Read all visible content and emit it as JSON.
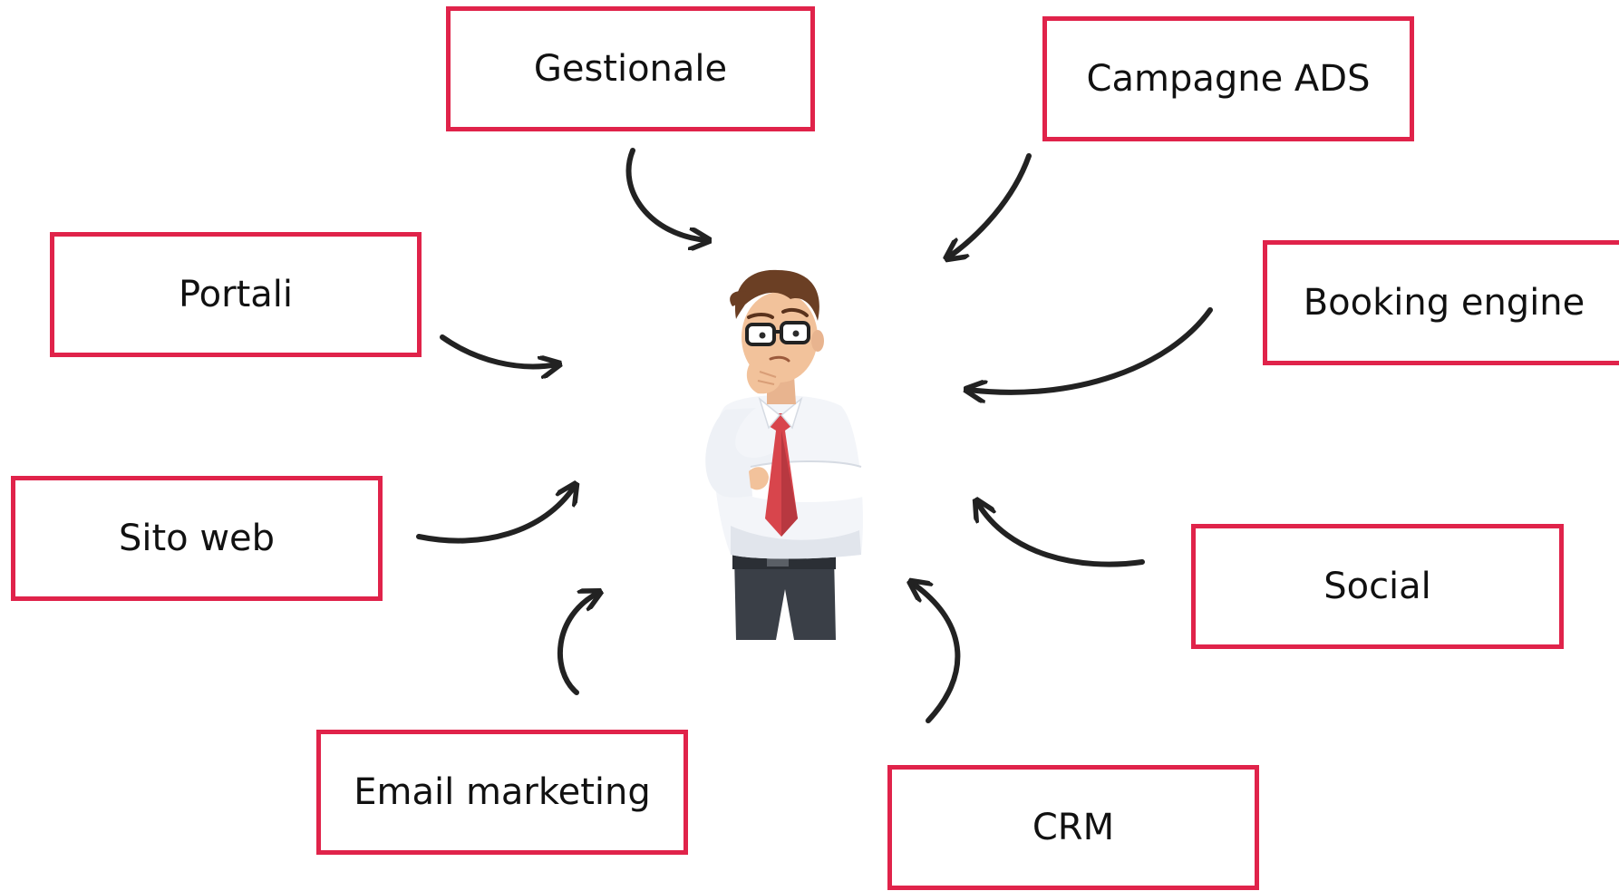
{
  "colors": {
    "box_border": "#E0234A",
    "arrow": "#222222",
    "label_text": "#111111"
  },
  "labels": {
    "gestionale": "Gestionale",
    "campagne_ads": "Campagne ADS",
    "portali": "Portali",
    "booking_engine": "Booking engine",
    "sito_web": "Sito web",
    "social": "Social",
    "email_marketing": "Email marketing",
    "crm": "CRM"
  },
  "center_figure": "thinking-businessman-illustration"
}
